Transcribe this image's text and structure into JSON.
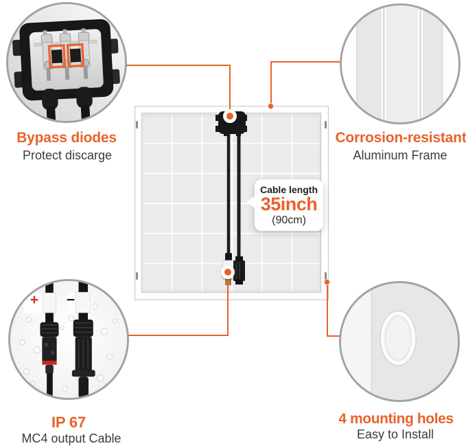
{
  "colors": {
    "accent": "#E8622B",
    "plus_red": "#DD2B1C",
    "circle_border": "#A2A2A2"
  },
  "callouts": {
    "bypass_diodes": {
      "title": "Bypass diodes",
      "subtitle": "Protect discarge"
    },
    "corrosion_resistant": {
      "title": "Corrosion-resistant",
      "subtitle": "Aluminum Frame"
    },
    "ip67": {
      "title": "IP 67",
      "subtitle": "MC4 output Cable",
      "plus_label": "+",
      "minus_label": "−"
    },
    "mounting_holes": {
      "title": "4 mounting holes",
      "subtitle": "Easy to Install"
    }
  },
  "cable_bubble": {
    "label": "Cable length",
    "value": "35inch",
    "metric": "(90cm)"
  },
  "icons": {
    "junction_box_photo": "open-junction-box-with-bypass-diodes",
    "aluminum_frame_photo": "aluminum-frame-extrusion-profile",
    "mc4_connectors_photo": "mc4-connectors-with-water-drops",
    "mounting_hole_photo": "oval-mounting-hole"
  }
}
